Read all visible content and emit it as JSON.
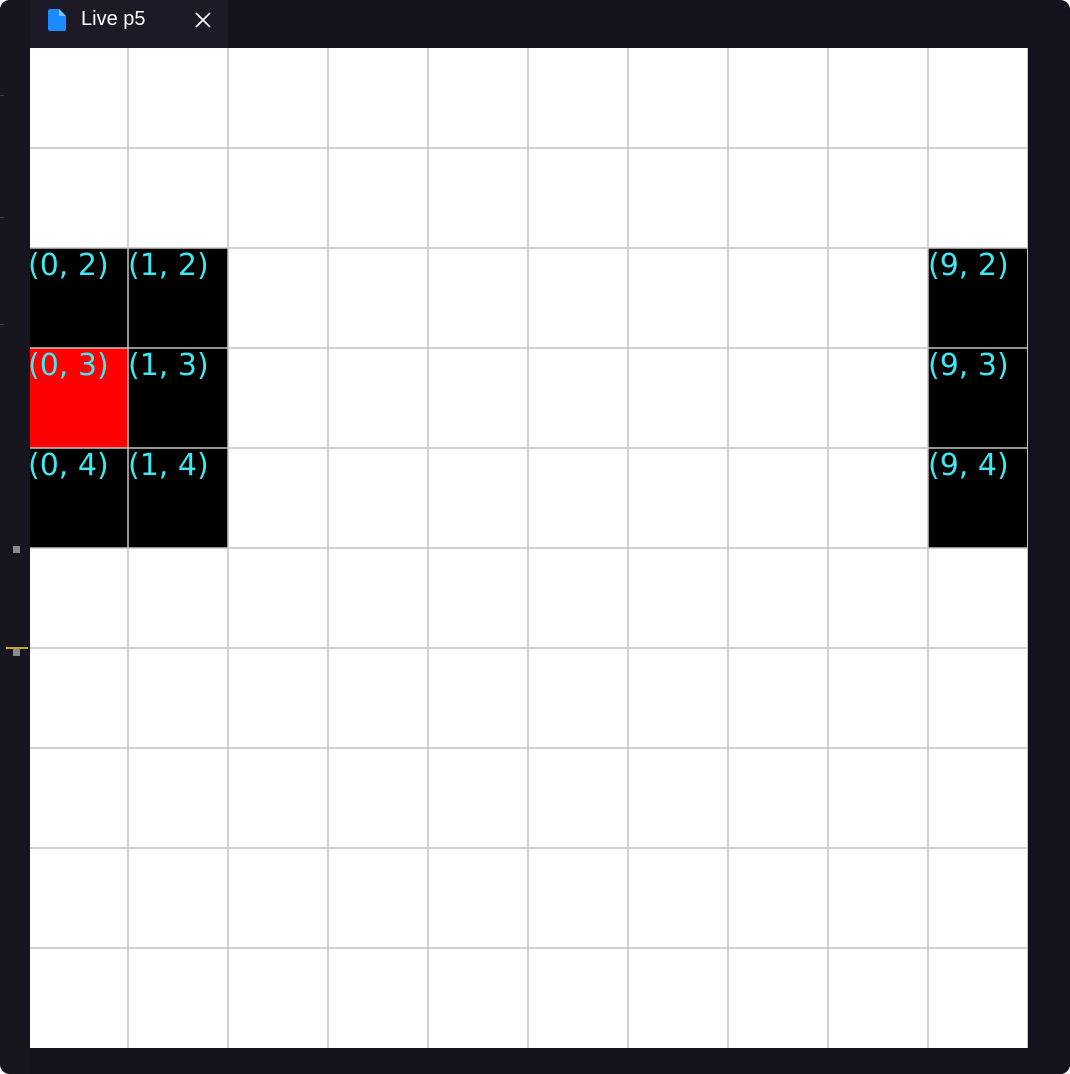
{
  "window": {
    "tab_title": "Live p5",
    "tab_icon": "file-icon",
    "close_icon": "close-icon"
  },
  "canvas": {
    "columns": 10,
    "rows": 10,
    "background_color": "#ffffff",
    "grid_line_color": "#c4c4c4",
    "label_color": "#3ee8f0",
    "cells": [
      {
        "col": 0,
        "row": 2,
        "fill": "#000000",
        "label": "(0, 2)"
      },
      {
        "col": 1,
        "row": 2,
        "fill": "#000000",
        "label": "(1, 2)"
      },
      {
        "col": 9,
        "row": 2,
        "fill": "#000000",
        "label": "(9, 2)"
      },
      {
        "col": 0,
        "row": 3,
        "fill": "#ff0000",
        "label": "(0, 3)"
      },
      {
        "col": 1,
        "row": 3,
        "fill": "#000000",
        "label": "(1, 3)"
      },
      {
        "col": 9,
        "row": 3,
        "fill": "#000000",
        "label": "(9, 3)"
      },
      {
        "col": 0,
        "row": 4,
        "fill": "#000000",
        "label": "(0, 4)"
      },
      {
        "col": 1,
        "row": 4,
        "fill": "#000000",
        "label": "(1, 4)"
      },
      {
        "col": 9,
        "row": 4,
        "fill": "#000000",
        "label": "(9, 4)"
      }
    ]
  },
  "colors": {
    "window_background": "#13121d",
    "tab_background": "#1b1a26",
    "file_icon": "#1a8cff",
    "accent_mark": "#c9a227"
  }
}
